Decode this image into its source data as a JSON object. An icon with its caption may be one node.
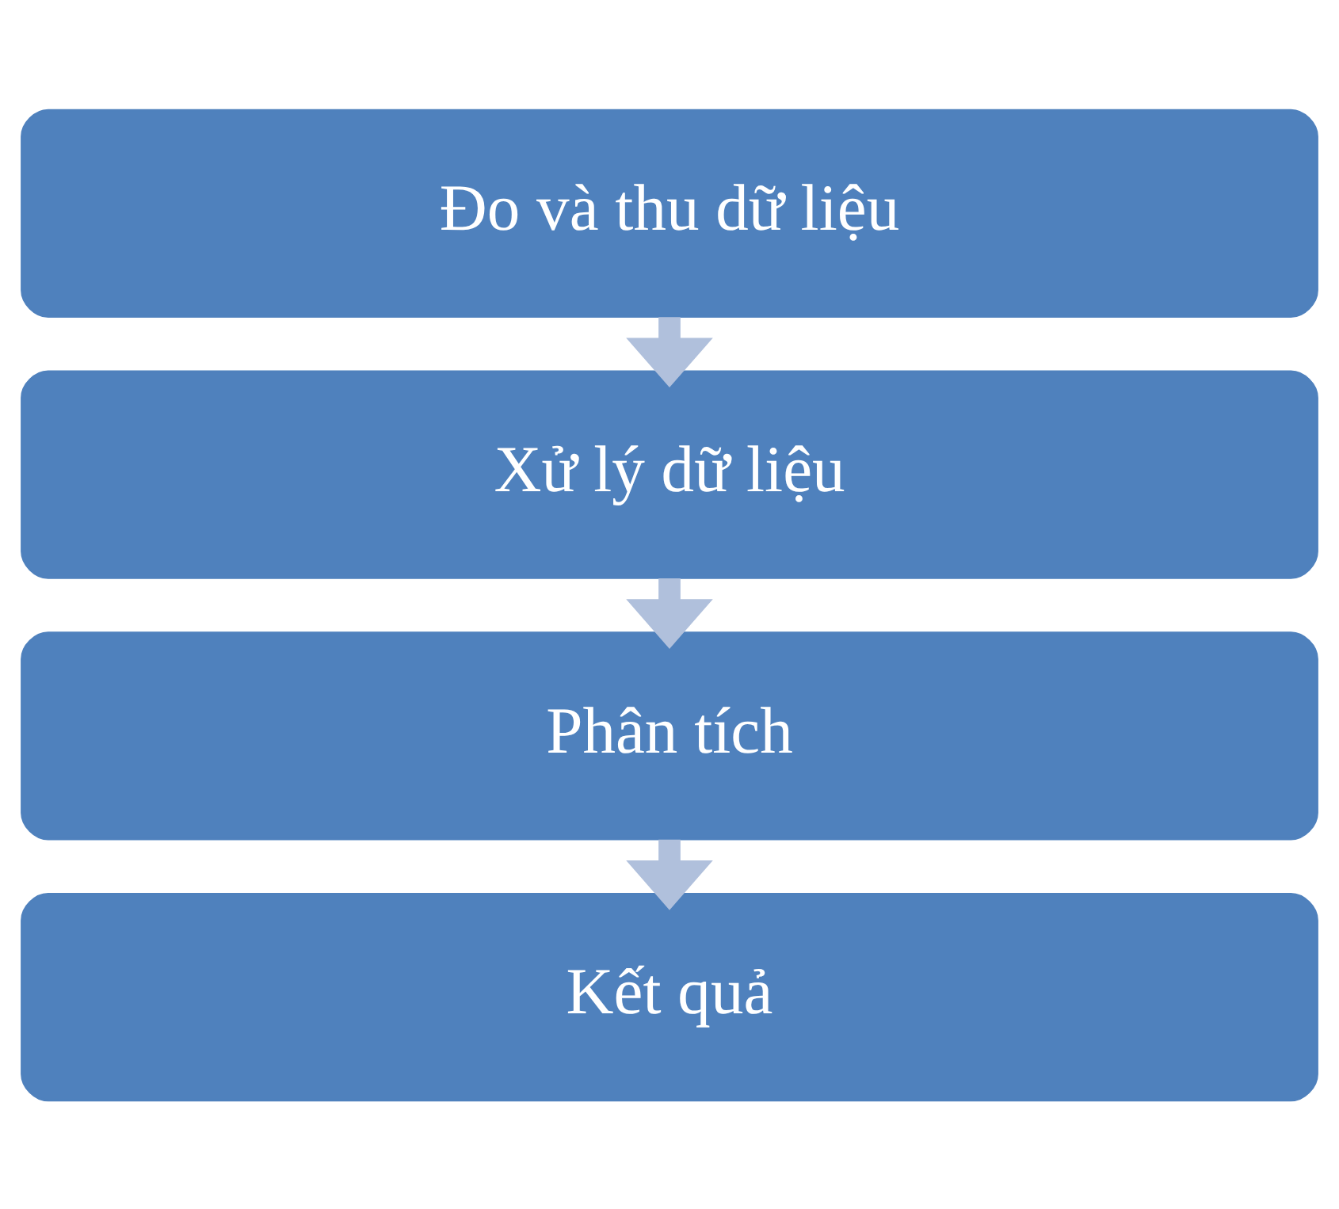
{
  "diagram": {
    "nodes": [
      {
        "text": [
          "Đo và thu dữ liệu"
        ]
      },
      {
        "text": [
          "Xử lý dữ liệu"
        ]
      },
      {
        "text": [
          "Phân tích"
        ]
      },
      {
        "text": [
          "Kết quả"
        ]
      }
    ],
    "edges": [
      {
        "from": 0,
        "to": 1,
        "arrow": "to"
      },
      {
        "from": 1,
        "to": 2,
        "arrow": "to"
      },
      {
        "from": 2,
        "to": 3,
        "arrow": "to"
      }
    ]
  }
}
